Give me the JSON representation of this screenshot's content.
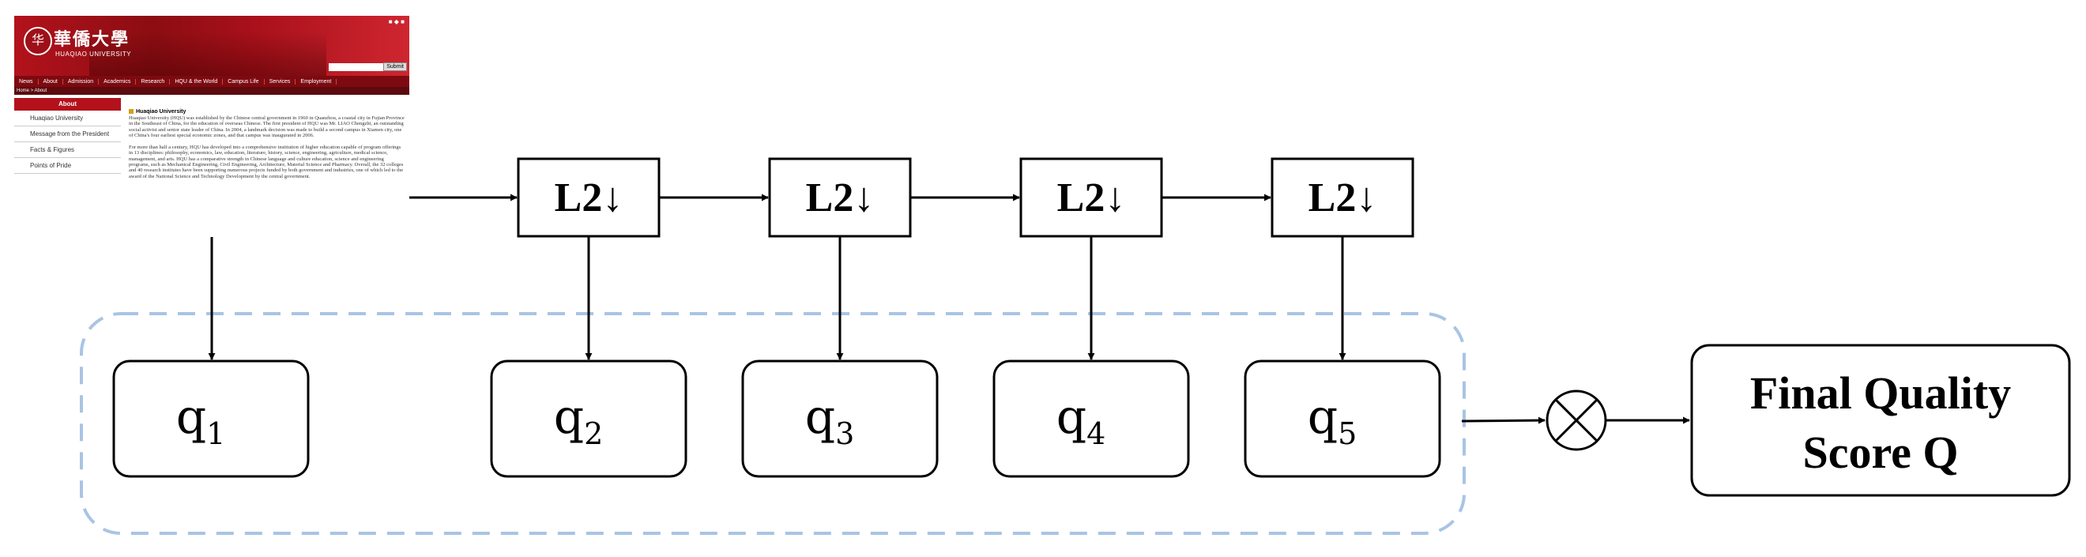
{
  "website": {
    "seal_glyph": "华",
    "logo_cn": "華僑大學",
    "logo_en": "HUAQIAO UNIVERSITY",
    "top_icons": "■ ◆ ■",
    "submit_label": "Submit",
    "nav": [
      "News",
      "About",
      "Admission",
      "Academics",
      "Research",
      "HQU & the World",
      "Campus Life",
      "Services",
      "Employment"
    ],
    "breadcrumb": "Home > About",
    "sidebar_header": "About",
    "sidebar_items": [
      "Huaqiao University",
      "Message from the President",
      "Facts & Figures",
      "Points of Pride"
    ],
    "heading": "Huaqiao University",
    "para1": "Huaqiao University (HQU) was established by the Chinese central government in 1960 in Quanzhou, a coastal city in Fujian Province in the Southeast of China, for the education of overseas Chinese. The first president of HQU was Mr. LIAO Chengzhi, an outstanding social activist and senior state leader of China. In 2004, a landmark decision was made to build a second campus in Xiamen city, one of China's four earliest special economic zones, and that campus was inaugurated in 2006.",
    "para2": "For more than half a century, HQU has developed into a comprehensive institution of higher education capable of program offerings in 13 disciplines: philosophy, economics, law, education, literature, history, science, engineering, agriculture, medical science, management, and arts. HQU has a comparative strength in Chinese language and culture education, science and engineering programs, such as Mechanical Engineering, Civil Engineering, Architecture, Material Science and Pharmacy. Overall, the 32 colleges and 40 research institutes have been supporting numerous projects funded by both government and industries, one of which led to the award of the National Science and Technology Development by the central government."
  },
  "downsample_blocks": [
    "L2↓",
    "L2↓",
    "L2↓",
    "L2↓"
  ],
  "scores": [
    {
      "base": "q",
      "sub": "1"
    },
    {
      "base": "q",
      "sub": "2"
    },
    {
      "base": "q",
      "sub": "3"
    },
    {
      "base": "q",
      "sub": "4"
    },
    {
      "base": "q",
      "sub": "5"
    }
  ],
  "fusion_symbol": "⊗",
  "final_box": {
    "line1": "Final Quality",
    "line2": "Score Q"
  },
  "colors": {
    "dashed_group": "#a9c4e4",
    "stroke": "#000000",
    "banner": "#b3121c"
  }
}
